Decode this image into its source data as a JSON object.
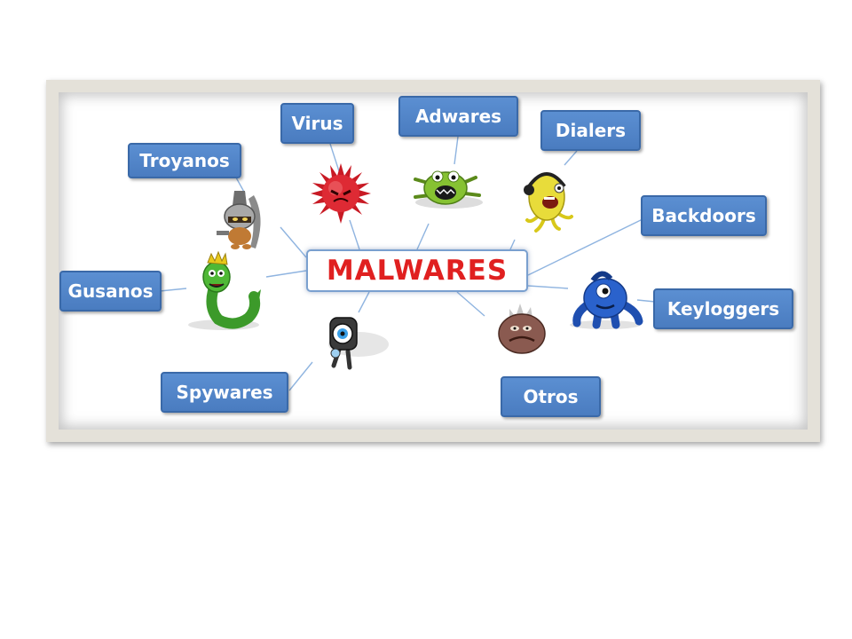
{
  "diagram": {
    "center": "MALWARES",
    "categories": {
      "virus": "Virus",
      "adwares": "Adwares",
      "dialers": "Dialers",
      "troyanos": "Troyanos",
      "backdoors": "Backdoors",
      "gusanos": "Gusanos",
      "keyloggers": "Keyloggers",
      "spywares": "Spywares",
      "otros": "Otros"
    }
  },
  "colors": {
    "label_fill": "#4f82c4",
    "label_border": "#3a69a8",
    "center_text": "#e02020",
    "connector": "#8fb4e0",
    "frame": "#e4e1d9"
  },
  "icons": [
    "trojan-warrior-icon",
    "virus-icon",
    "adware-bug-icon",
    "dialer-headset-icon",
    "backdoor-creature-icon",
    "worm-icon",
    "spyware-eye-icon",
    "misc-monster-icon"
  ]
}
